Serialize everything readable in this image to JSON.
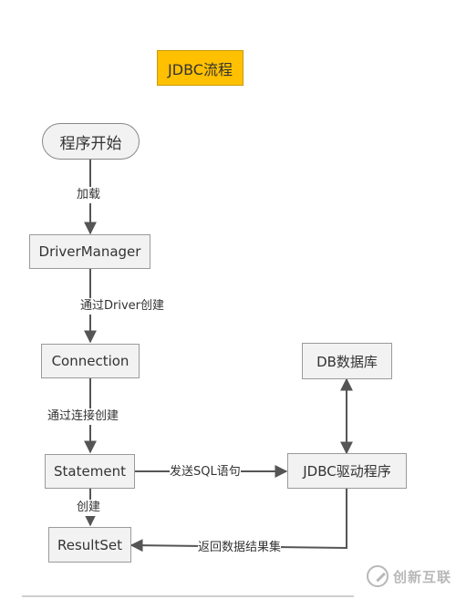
{
  "title": "JDBC流程",
  "nodes": {
    "start": "程序开始",
    "driver_manager": "DriverManager",
    "connection": "Connection",
    "statement": "Statement",
    "result_set": "ResultSet",
    "jdbc_driver": "JDBC驱动程序",
    "database": "DB数据库"
  },
  "edges": {
    "load": "加载",
    "create_by_driver": "通过Driver创建",
    "create_by_connection": "通过连接创建",
    "send_sql": "发送SQL语句",
    "create": "创建",
    "return_result": "返回数据结果集"
  },
  "watermark": "创新互联",
  "colors": {
    "title_fill": "#ffc000",
    "node_fill": "#f2f2f2",
    "edge": "#555555"
  }
}
